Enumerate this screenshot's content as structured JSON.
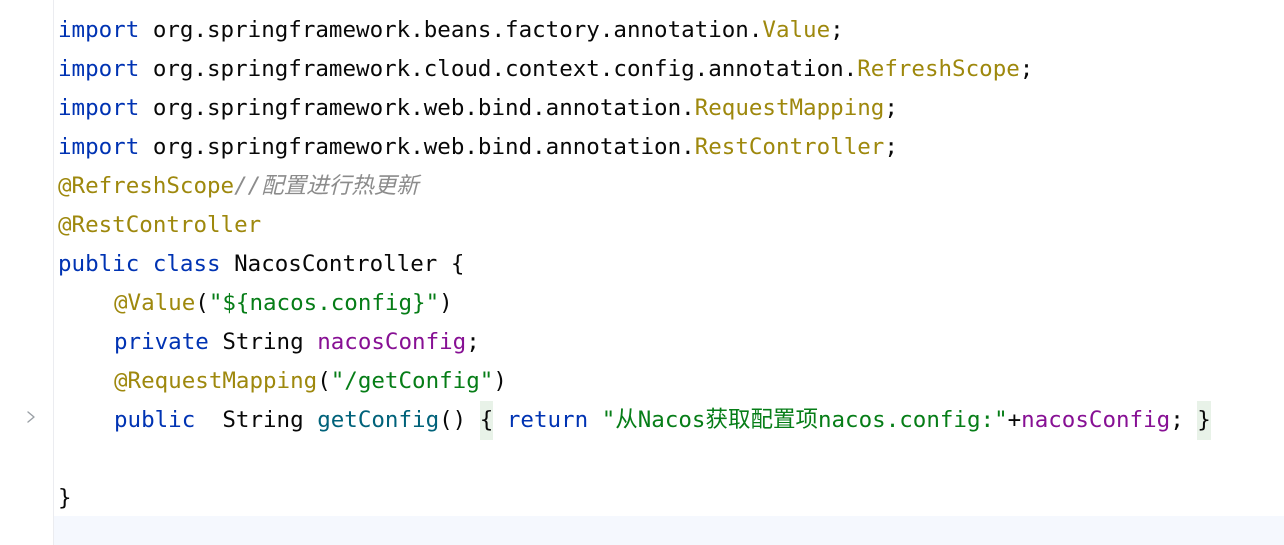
{
  "gutter": {
    "fold_icon": "chevron-right-icon"
  },
  "colors": {
    "keyword": "#0033b3",
    "annotation": "#9e880d",
    "comment": "#8c8c8c",
    "string": "#067d17",
    "field": "#871094",
    "method": "#00627a",
    "plain": "#080808",
    "folded_region_bg": "#e8f2e8",
    "caret_row_bg": "#f5f8fe"
  },
  "code": {
    "line1": {
      "kw": "import",
      "pkg": "org.springframework.beans.factory.annotation.",
      "cls": "Value",
      "end": ";"
    },
    "line2": {
      "kw": "import",
      "pkg": "org.springframework.cloud.context.config.annotation.",
      "cls": "RefreshScope",
      "end": ";"
    },
    "line3": {
      "kw": "import",
      "pkg": "org.springframework.web.bind.annotation.",
      "cls": "RequestMapping",
      "end": ";"
    },
    "line4": {
      "kw": "import",
      "pkg": "org.springframework.web.bind.annotation.",
      "cls": "RestController",
      "end": ";"
    },
    "line5": {
      "ann": "@RefreshScope",
      "comment": "//配置进行热更新"
    },
    "line6": {
      "ann": "@RestController"
    },
    "line7": {
      "kw1": "public",
      "kw2": "class",
      "name": "NacosController",
      "brace": "{"
    },
    "line8": {
      "ann": "@Value",
      "open": "(",
      "str": "\"${nacos.config}\"",
      "close": ")"
    },
    "line9": {
      "kw": "private",
      "type": "String",
      "field": "nacosConfig",
      "end": ";"
    },
    "line10": {
      "ann": "@RequestMapping",
      "open": "(",
      "str": "\"/getConfig\"",
      "close": ")"
    },
    "line11": {
      "kw": "public",
      "type": "String",
      "method": "getConfig",
      "parens": "()",
      "lbrace": "{",
      "ret": "return",
      "str": "\"从Nacos获取配置项nacos.config:\"",
      "plus": "+",
      "field": "nacosConfig",
      "semi": ";",
      "rbrace": "}"
    },
    "line12": {
      "text": ""
    },
    "line13": {
      "brace": "}"
    }
  }
}
